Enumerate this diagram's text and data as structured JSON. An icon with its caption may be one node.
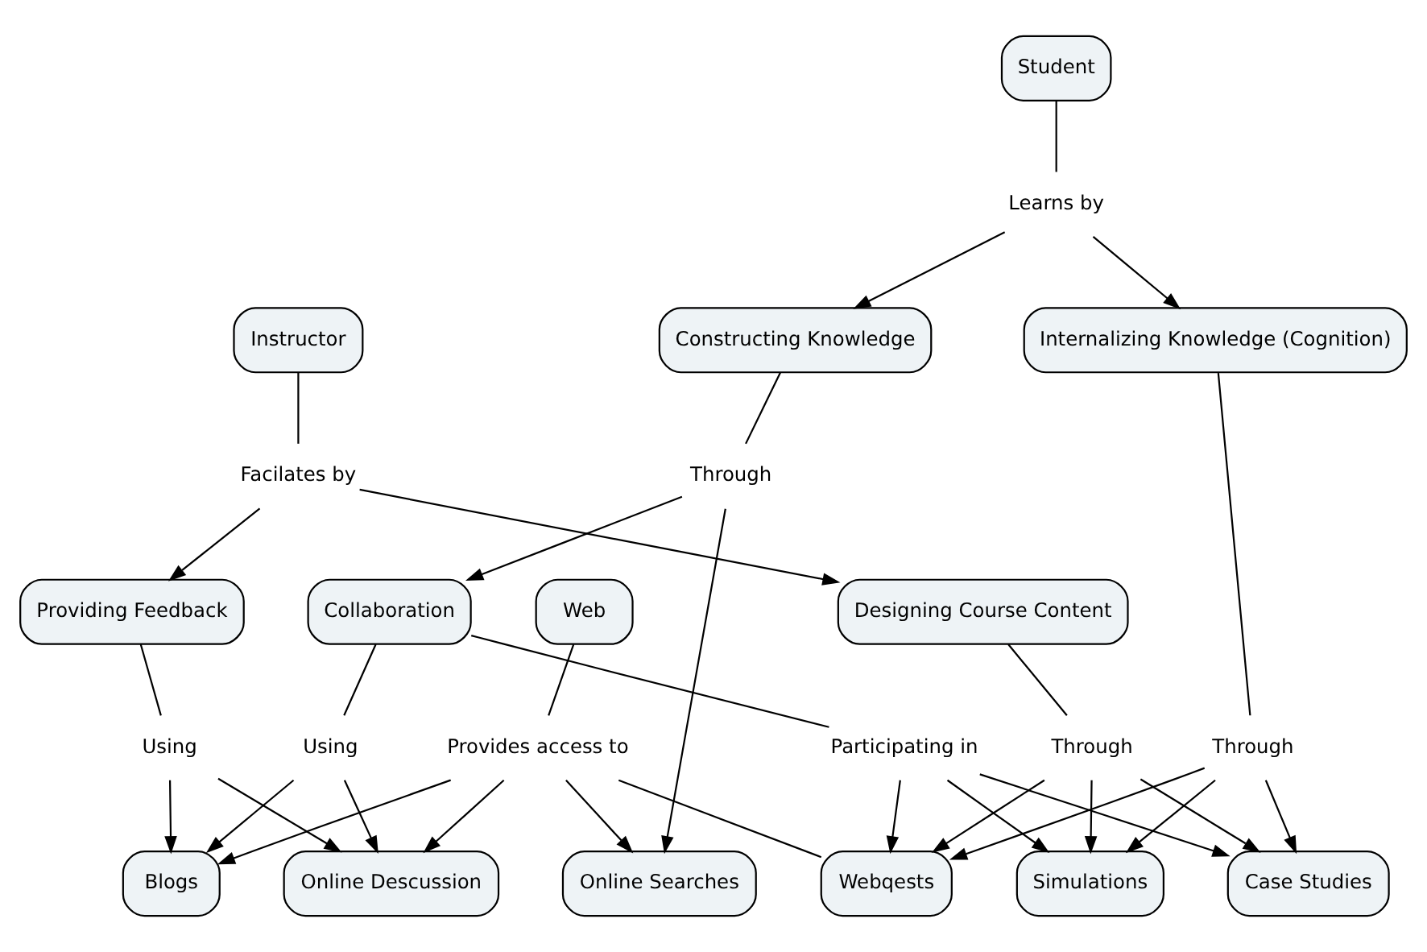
{
  "diagram": {
    "nodes": [
      {
        "text": [
          "Web"
        ]
      },
      {
        "text": [
          "Provides access to"
        ]
      },
      {
        "text": [
          "Online Searches"
        ]
      },
      {
        "text": [
          "Blogs"
        ]
      },
      {
        "text": [
          "Using"
        ]
      },
      {
        "text": [
          "Using"
        ]
      },
      {
        "text": [
          "Collaboration"
        ]
      },
      {
        "text": [
          "Online Descussion"
        ]
      },
      {
        "text": [
          "Through"
        ]
      },
      {
        "text": [
          "Webqests"
        ]
      },
      {
        "text": [
          "Participating in"
        ]
      },
      {
        "text": [
          "Constructing Knowledge"
        ]
      },
      {
        "text": [
          "Providing Feedback"
        ]
      },
      {
        "text": [
          "Designing Course Content"
        ]
      },
      {
        "text": [
          "Simulations"
        ]
      },
      {
        "text": [
          "Through"
        ]
      },
      {
        "text": [
          "Student"
        ]
      },
      {
        "text": [
          "Learns by"
        ]
      },
      {
        "text": [
          "Facilates by"
        ]
      },
      {
        "text": [
          "Through"
        ]
      },
      {
        "text": [
          "Internalizing Knowledge (Cognition)"
        ]
      },
      {
        "text": [
          "Case Studies"
        ]
      },
      {
        "text": [
          "Instructor"
        ]
      }
    ],
    "edges": [
      {
        "from": 0,
        "to": 1,
        "arrow": "none"
      },
      {
        "from": 1,
        "to": 2,
        "arrow": "to"
      },
      {
        "from": 1,
        "to": 3,
        "arrow": "to"
      },
      {
        "from": 1,
        "to": 7,
        "arrow": "to"
      },
      {
        "from": 1,
        "to": 9,
        "arrow": "none"
      },
      {
        "from": 6,
        "to": 4,
        "arrow": "none"
      },
      {
        "from": 4,
        "to": 3,
        "arrow": "to"
      },
      {
        "from": 4,
        "to": 7,
        "arrow": "to"
      },
      {
        "from": 12,
        "to": 5,
        "arrow": "none"
      },
      {
        "from": 5,
        "to": 3,
        "arrow": "to"
      },
      {
        "from": 5,
        "to": 7,
        "arrow": "to"
      },
      {
        "from": 11,
        "to": 8,
        "arrow": "none"
      },
      {
        "from": 8,
        "to": 2,
        "arrow": "to"
      },
      {
        "from": 8,
        "to": 6,
        "arrow": "to"
      },
      {
        "from": 6,
        "to": 10,
        "arrow": "none"
      },
      {
        "from": 10,
        "to": 9,
        "arrow": "to"
      },
      {
        "from": 10,
        "to": 14,
        "arrow": "to"
      },
      {
        "from": 10,
        "to": 21,
        "arrow": "to"
      },
      {
        "from": 13,
        "to": 15,
        "arrow": "none"
      },
      {
        "from": 15,
        "to": 14,
        "arrow": "to"
      },
      {
        "from": 15,
        "to": 9,
        "arrow": "to"
      },
      {
        "from": 15,
        "to": 21,
        "arrow": "to"
      },
      {
        "from": 16,
        "to": 17,
        "arrow": "none"
      },
      {
        "from": 17,
        "to": 11,
        "arrow": "to"
      },
      {
        "from": 17,
        "to": 20,
        "arrow": "to"
      },
      {
        "from": 22,
        "to": 18,
        "arrow": "none"
      },
      {
        "from": 18,
        "to": 13,
        "arrow": "to"
      },
      {
        "from": 18,
        "to": 12,
        "arrow": "to"
      },
      {
        "from": 20,
        "to": 19,
        "arrow": "none"
      },
      {
        "from": 19,
        "to": 14,
        "arrow": "to"
      },
      {
        "from": 19,
        "to": 9,
        "arrow": "to"
      },
      {
        "from": 19,
        "to": 21,
        "arrow": "to"
      }
    ]
  }
}
